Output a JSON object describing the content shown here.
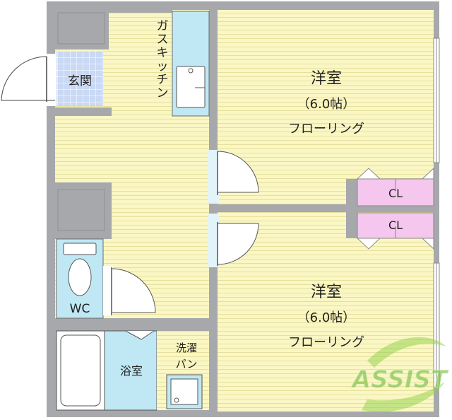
{
  "rooms": {
    "genkan": "玄関",
    "kitchen": "ガスキッチン",
    "room1": {
      "name": "洋室",
      "size": "（6.0帖）",
      "floor": "フローリング"
    },
    "room2": {
      "name": "洋室",
      "size": "（6.0帖）",
      "floor": "フローリング"
    },
    "closet1": "CL",
    "closet2": "CL",
    "wc": "WC",
    "bath": "浴室",
    "laundry_line1": "洗濯",
    "laundry_line2": "パン"
  },
  "watermark": "ASSIST",
  "colors": {
    "wall": "#a6a8ab",
    "floor": "#fbf7c4",
    "floor_line": "#e7e2a6",
    "wet": "#bfe8f4",
    "tile": "#c9d8f4",
    "closet": "#f5c6ee",
    "door_light": "#e3f4f8"
  }
}
